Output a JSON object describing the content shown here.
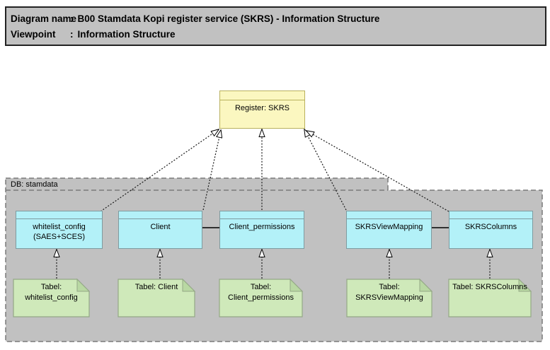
{
  "header": {
    "rows": [
      {
        "label": "Diagram name",
        "sep": ":",
        "value": "B00 Stamdata Kopi register service (SKRS) - Information Structure"
      },
      {
        "label": "Viewpoint",
        "sep": ":",
        "value": "Information Structure"
      }
    ]
  },
  "register": {
    "label": "Register: SKRS"
  },
  "container": {
    "label": "DB: stamdata"
  },
  "entities": [
    {
      "lines": [
        "whitelist_config",
        "(SAES+SCES)"
      ]
    },
    {
      "lines": [
        "Client"
      ]
    },
    {
      "lines": [
        "Client_permissions"
      ]
    },
    {
      "lines": [
        "SKRSViewMapping"
      ]
    },
    {
      "lines": [
        "SKRSColumns"
      ]
    }
  ],
  "notes": [
    {
      "lines": [
        "Tabel:",
        "whitelist_config"
      ]
    },
    {
      "lines": [
        "Tabel: Client"
      ]
    },
    {
      "lines": [
        "Tabel:",
        "Client_permissions"
      ]
    },
    {
      "lines": [
        "Tabel:",
        "SKRSViewMapping"
      ]
    },
    {
      "lines": [
        "Tabel: SKRSColumns"
      ]
    }
  ],
  "colors": {
    "header-fill": "#c1c1c1",
    "container-fill": "#c1c1c1",
    "container-border": "#7a7a7a",
    "register-fill": "#fbf7c0",
    "register-border": "#b9b15e",
    "entity-fill": "#b3f1f8",
    "entity-border": "#7e9ba0",
    "note-fill": "#cfe9ba",
    "note-fold": "#b9d8a3",
    "note-border": "#94a886",
    "connector": "#1a1a1a"
  }
}
